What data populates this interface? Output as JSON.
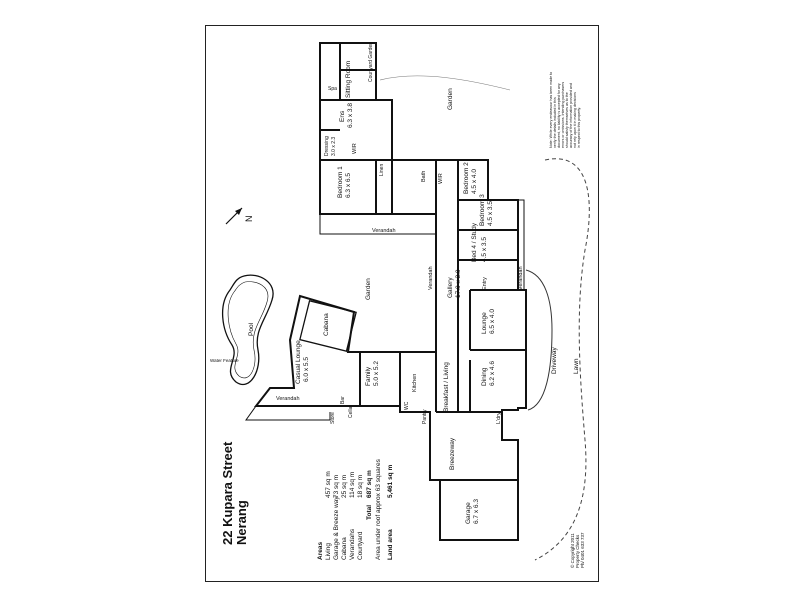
{
  "title": {
    "street": "22 Kupara Street",
    "suburb": "Nerang"
  },
  "areas": {
    "heading": "Areas",
    "rows": [
      {
        "label": "Living",
        "value": "457 sq m"
      },
      {
        "label": "Garage & Breeze way",
        "value": "73 sq m"
      },
      {
        "label": "Cabana",
        "value": "25 sq m"
      },
      {
        "label": "Verandahs",
        "value": "114 sq m"
      },
      {
        "label": "Courtyard",
        "value": "18 sq m"
      },
      {
        "label": "Total",
        "value": "687 sq m"
      },
      {
        "label": "Area under roof approx 63 squares",
        "value": ""
      },
      {
        "label": "Land area",
        "value": "5,461 sq m"
      }
    ]
  },
  "north": "N",
  "rooms": {
    "courtyard_garden": "Courtyard Garden",
    "sitting_room": "Sitting Room",
    "spa": "Spa",
    "ens": "Ens",
    "ens_dim": "6.3 x 3.8",
    "dressing": "Dressing",
    "dressing_dim": "3.0 x 2.3",
    "wir1": "WIR",
    "bedroom1": "Bedroom 1",
    "bedroom1_dim": "6.3 x 6.5",
    "linen": "Linen",
    "bath": "Bath",
    "wir2": "WIR",
    "bedroom2": "Bedroom 2",
    "bedroom2_dim": "4.5 x 4.0",
    "bedroom3": "Bedroom 3",
    "bedroom3_dim": "4.5 x 3.5",
    "bed4": "Bed 4 / Study",
    "bed4_dim": "4.5 x 3.5",
    "verandah_top": "Verandah",
    "verandah_mid": "Verandah",
    "verandah_right": "Verandah",
    "verandah_cabana": "Verandah",
    "garden_top": "Garden",
    "garden_mid": "Garden",
    "gallery": "Gallery",
    "gallery_dim": "17.0 x 3.0",
    "entry": "Entry",
    "lounge": "Lounge",
    "lounge_dim": "6.5 x 4.0",
    "dining": "Dining",
    "dining_dim": "6.2 x 4.6",
    "breakfast_living": "Breakfast / Living",
    "kitchen": "Kitchen",
    "family": "Family",
    "family_dim": "5.0 x 5.2",
    "bar": "Bar",
    "cellar": "Cellar",
    "store": "Store",
    "pantry": "Pantry",
    "ldry": "L'dry",
    "casual_lounge": "Casual Lounge",
    "casual_lounge_dim": "6.0 x 5.5",
    "cabana": "Cabana",
    "pool": "Pool",
    "water_feature": "Water Feature",
    "breezeway": "Breezeway",
    "garage": "Garage",
    "garage_dim": "6.7 x 6.3",
    "driveway": "Driveway",
    "lawn_bottom": "Lawn",
    "wc": "WC"
  },
  "note": [
    "Note: While every endeavour has been made to",
    "verify the details included in this",
    "document, no liability is accepted for any",
    "errors or omissions. Intending purchasers",
    "should satisfy themselves as to the",
    "accuracy of the information provided and",
    "not rely upon it in making decisions",
    "in respect to this property."
  ],
  "copyright": [
    "© Copyright 2011",
    "Property Checks",
    "Ph/ 0401 633 737"
  ]
}
